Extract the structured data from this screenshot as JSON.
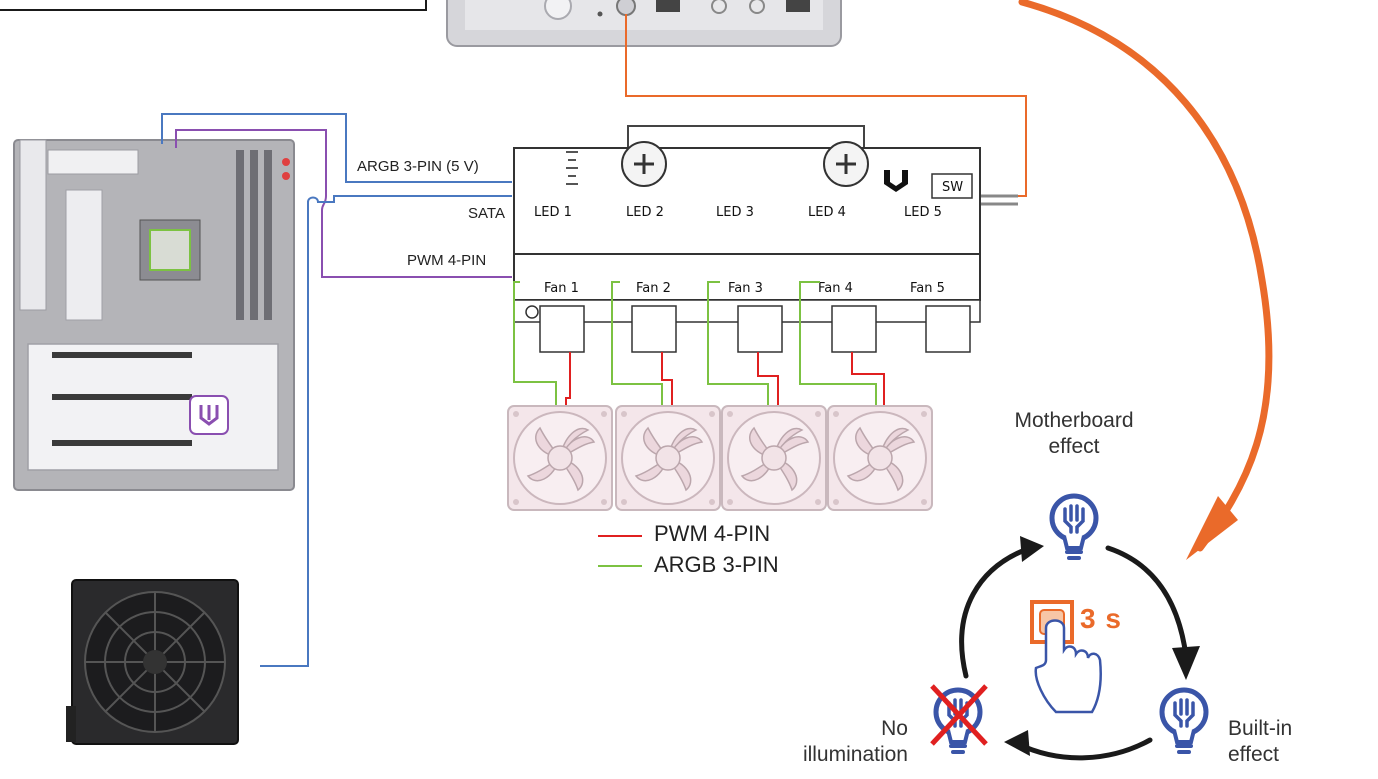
{
  "connections": {
    "argb_label": "ARGB 3-PIN (5 V)",
    "sata_label": "SATA",
    "pwm_label": "PWM 4-PIN"
  },
  "hub": {
    "led_labels": [
      "LED 1",
      "LED 2",
      "LED 3",
      "LED 4",
      "LED 5"
    ],
    "fan_labels": [
      "Fan 1",
      "Fan 2",
      "Fan 3",
      "Fan 4",
      "Fan 5"
    ],
    "switch_label": "SW"
  },
  "legend": {
    "pwm": "PWM 4-PIN",
    "argb": "ARGB 3-PIN"
  },
  "modes": {
    "motherboard_line1": "Motherboard",
    "motherboard_line2": "effect",
    "builtin_line1": "Built-in",
    "builtin_line2": "effect",
    "none_line1": "No",
    "none_line2": "illumination",
    "hold_duration": "3 s"
  },
  "colors": {
    "argb_wire": "#4a78c0",
    "pwm_wire": "#8a4fb0",
    "fan_pwm": "#e02020",
    "fan_argb": "#7cc242",
    "orange": "#ea6a2a",
    "bulb": "#3a55a8"
  }
}
